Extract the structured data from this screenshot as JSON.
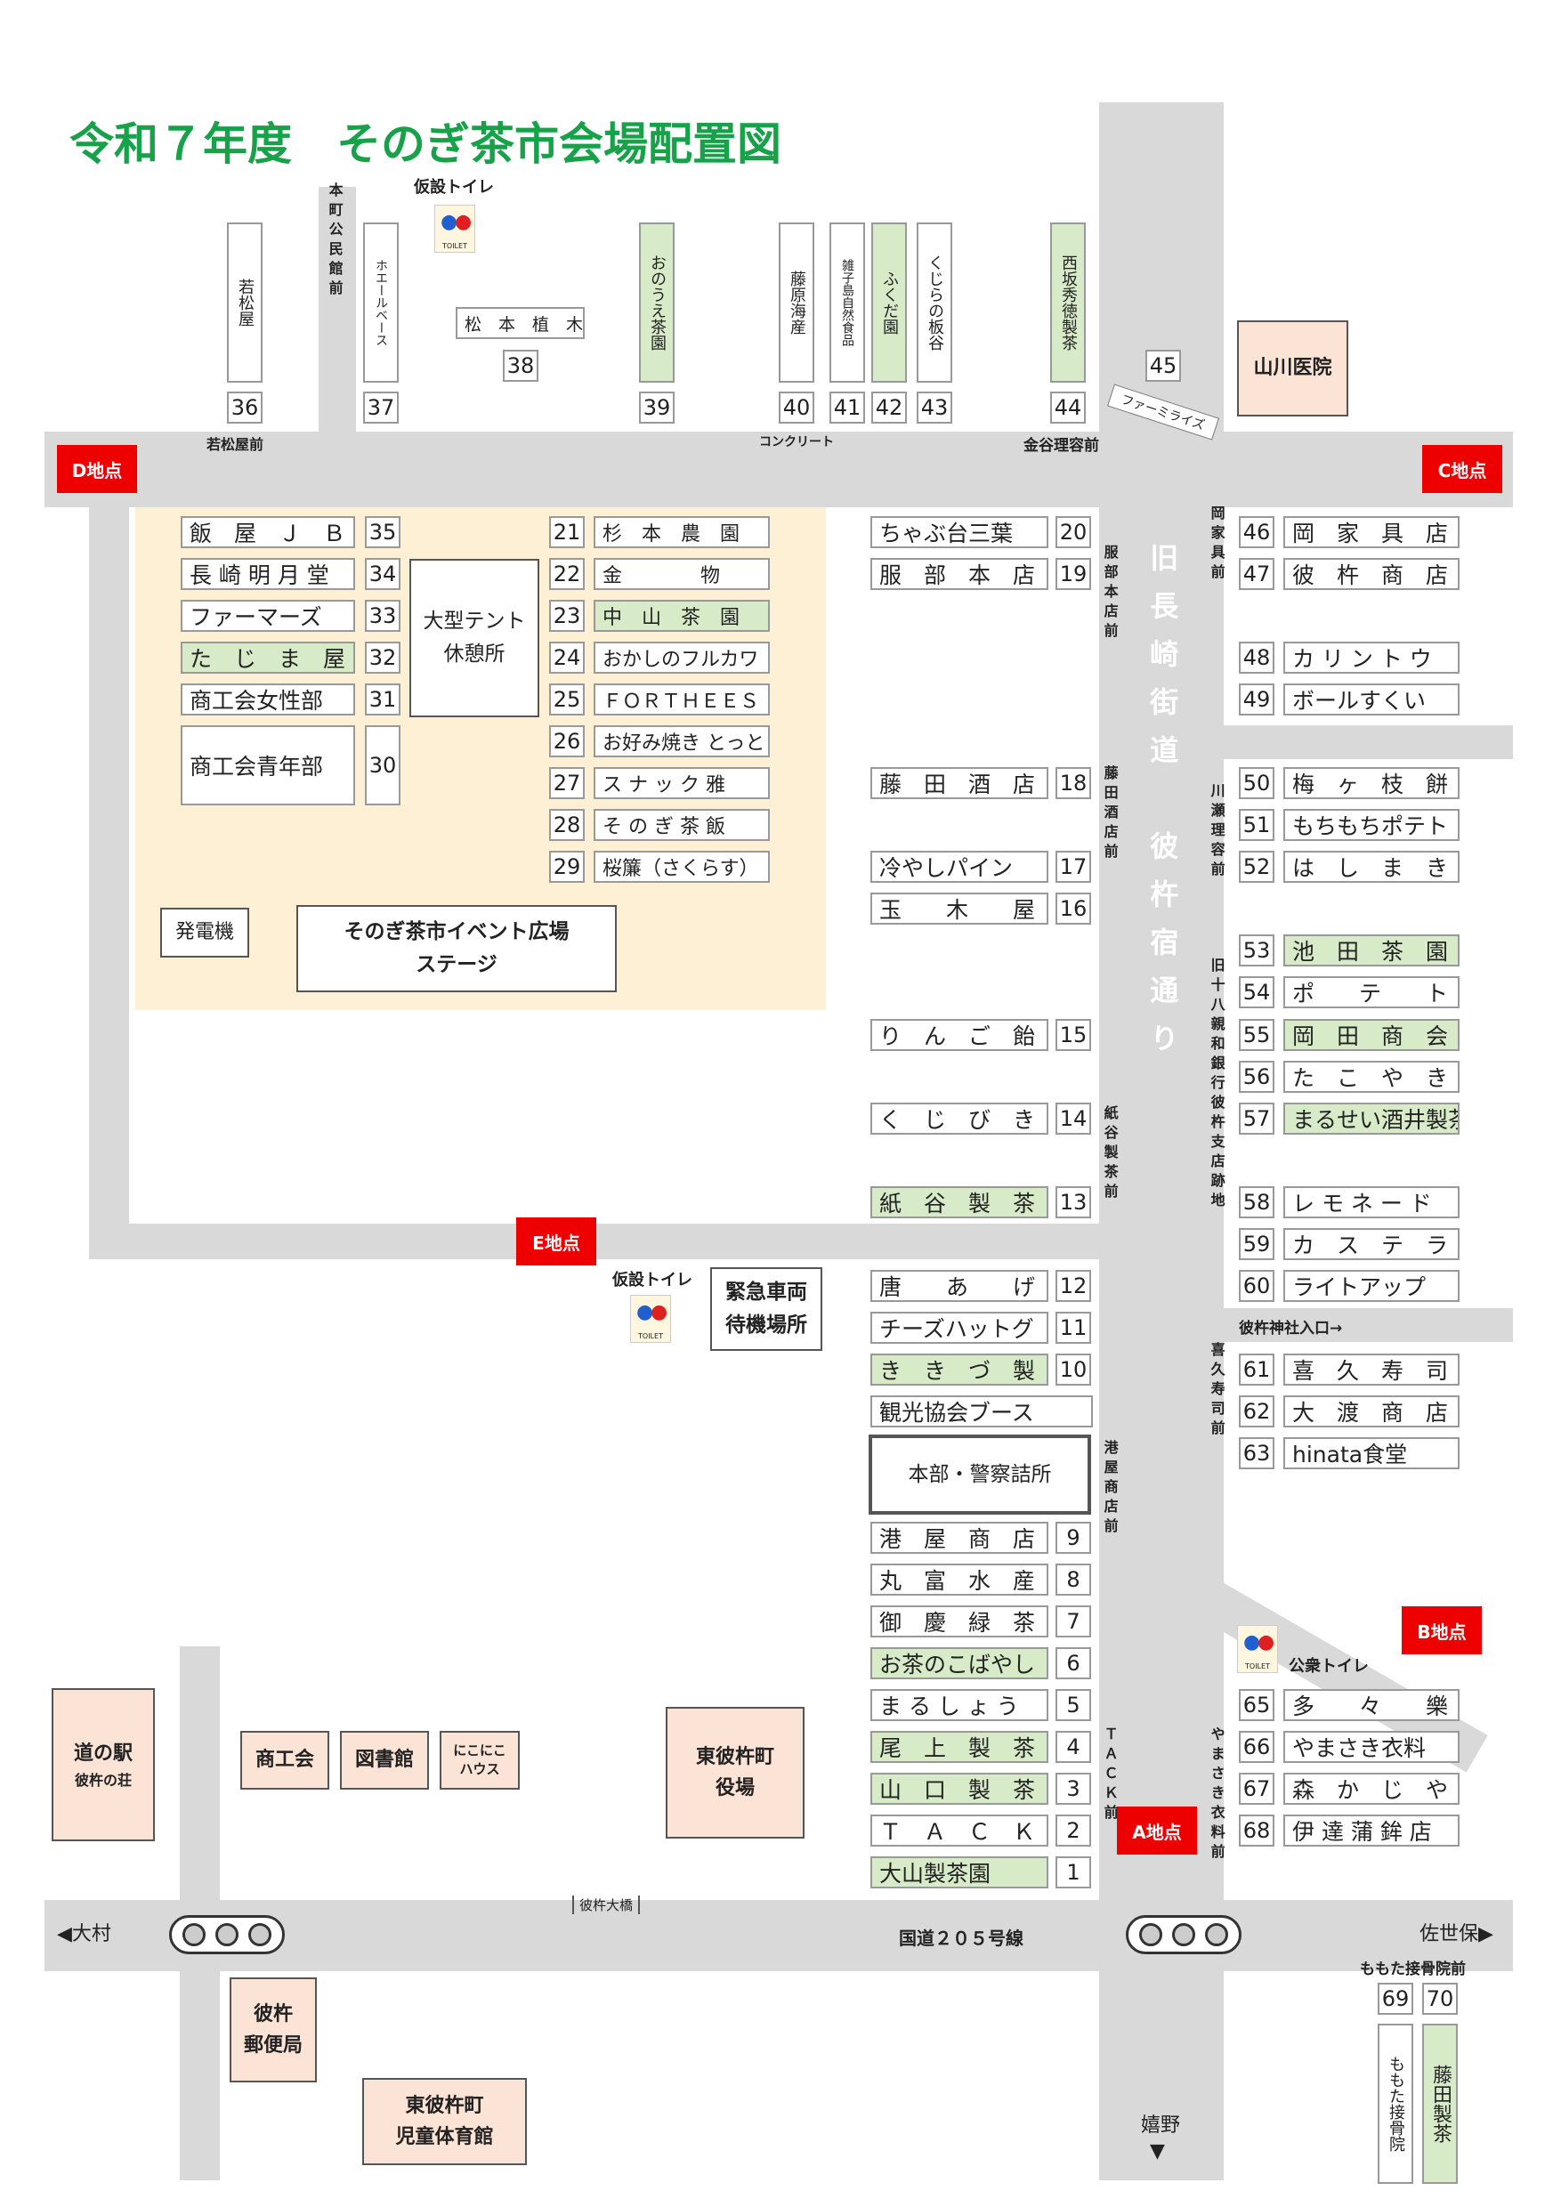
{
  "title": "令和７年度　そのぎ茶市会場配置図",
  "top_stalls": [
    {
      "name": "若松屋",
      "num": "36",
      "green": false
    },
    {
      "name": "ホエールベース",
      "num": "37",
      "green": false
    },
    {
      "name": "おのうえ茶園",
      "num": "39",
      "green": true
    },
    {
      "name": "藤原海産",
      "num": "40",
      "green": false
    },
    {
      "name": "雑子島自然食品",
      "num": "41",
      "green": false
    },
    {
      "name": "ふくだ園",
      "num": "42",
      "green": true
    },
    {
      "name": "くじらの板谷",
      "num": "43",
      "green": false
    },
    {
      "name": "西坂秀徳製茶",
      "num": "44",
      "green": true
    }
  ],
  "stall38": {
    "name": "松　本　植　木",
    "num": "38"
  },
  "stall45": {
    "num": "45"
  },
  "left_stalls": [
    {
      "name": "飯　屋　Ｊ　Ｂ",
      "num": "35",
      "green": false
    },
    {
      "name": "長 崎 明 月 堂",
      "num": "34",
      "green": false
    },
    {
      "name": "ファーマーズ",
      "num": "33",
      "green": false
    },
    {
      "name": "た　じ　ま　屋",
      "num": "32",
      "green": true
    },
    {
      "name": "商工会女性部",
      "num": "31",
      "green": false
    },
    {
      "name": "商工会青年部",
      "num": "30",
      "green": false
    }
  ],
  "center_stalls": [
    {
      "num": "21",
      "name": "杉　本　農　園",
      "green": false
    },
    {
      "num": "22",
      "name": "金　　　　物",
      "green": false
    },
    {
      "num": "23",
      "name": "中　山　茶　園",
      "green": true
    },
    {
      "num": "24",
      "name": "おかしのフルカワ",
      "green": false
    },
    {
      "num": "25",
      "name": "ＦＯＲＴＨＥＥＳ",
      "green": false
    },
    {
      "num": "26",
      "name": "お好み焼き とっと",
      "green": false
    },
    {
      "num": "27",
      "name": "ス ナ ッ ク 雅",
      "green": false
    },
    {
      "num": "28",
      "name": "そ の ぎ 茶 飯",
      "green": false
    },
    {
      "num": "29",
      "name": "桜簾（さくらす）",
      "green": false
    }
  ],
  "west_stalls": [
    {
      "name": "ちゃぶ台三葉",
      "num": "20",
      "green": false
    },
    {
      "name": "服　部　本　店",
      "num": "19",
      "green": false
    },
    {
      "name": "藤　田　酒　店",
      "num": "18",
      "green": false
    },
    {
      "name": "冷やしパイン",
      "num": "17",
      "green": false
    },
    {
      "name": "玉　　木　　屋",
      "num": "16",
      "green": false
    },
    {
      "name": "り　ん　ご　飴",
      "num": "15",
      "green": false
    },
    {
      "name": "く　じ　び　き",
      "num": "14",
      "green": false
    },
    {
      "name": "紙　谷　製　茶",
      "num": "13",
      "green": true
    },
    {
      "name": "唐　　あ　　げ",
      "num": "12",
      "green": false
    },
    {
      "name": "チーズハットグ",
      "num": "11",
      "green": false
    },
    {
      "name": "き　き　づ　製　茶",
      "num": "10",
      "green": true
    },
    {
      "name": "観光協会ブース",
      "num": "",
      "green": false
    },
    {
      "name": "港　屋　商　店",
      "num": "9",
      "green": false
    },
    {
      "name": "丸　富　水　産",
      "num": "8",
      "green": false
    },
    {
      "name": "御　慶　緑　茶",
      "num": "7",
      "green": false
    },
    {
      "name": "お茶のこばやし",
      "num": "6",
      "green": true
    },
    {
      "name": "ま る し ょ う",
      "num": "5",
      "green": false
    },
    {
      "name": "尾　上　製　茶",
      "num": "4",
      "green": true
    },
    {
      "name": "山　口　製　茶",
      "num": "3",
      "green": true
    },
    {
      "name": "Ｔ　Ａ　Ｃ　Ｋ",
      "num": "2",
      "green": false
    },
    {
      "name": "大山製茶園",
      "num": "1",
      "green": true
    }
  ],
  "east_stalls": [
    {
      "num": "46",
      "name": "岡　家　具　店",
      "green": false
    },
    {
      "num": "47",
      "name": "彼　杵　商　店",
      "green": false
    },
    {
      "num": "48",
      "name": "カ リ ン ト ウ",
      "green": false
    },
    {
      "num": "49",
      "name": "ボールすくい",
      "green": false
    },
    {
      "num": "50",
      "name": "梅　ヶ　枝　餅",
      "green": false
    },
    {
      "num": "51",
      "name": "もちもちポテト",
      "green": false
    },
    {
      "num": "52",
      "name": "は　し　ま　き",
      "green": false
    },
    {
      "num": "53",
      "name": "池　田　茶　園",
      "green": true
    },
    {
      "num": "54",
      "name": "ポ　　テ　　ト",
      "green": false
    },
    {
      "num": "55",
      "name": "岡　田　商　会",
      "green": true
    },
    {
      "num": "56",
      "name": "た　こ　や　き",
      "green": false
    },
    {
      "num": "57",
      "name": "まるせい酒井製茶",
      "green": true
    },
    {
      "num": "58",
      "name": "レ モ ネ ー ド",
      "green": false
    },
    {
      "num": "59",
      "name": "カ　ス　テ　ラ",
      "green": false
    },
    {
      "num": "60",
      "name": "ライトアップ",
      "green": false
    },
    {
      "num": "61",
      "name": "喜　久　寿　司",
      "green": false
    },
    {
      "num": "62",
      "name": "大　渡　商　店",
      "green": false
    },
    {
      "num": "63",
      "name": "hinata食堂",
      "green": false
    },
    {
      "num": "65",
      "name": "多　　々　　樂",
      "green": false
    },
    {
      "num": "66",
      "name": "やまさき衣料",
      "green": false
    },
    {
      "num": "67",
      "name": "森　か　じ　や",
      "green": false
    },
    {
      "num": "68",
      "name": "伊 達 蒲 鉾 店",
      "green": false
    }
  ],
  "bottom_stalls": [
    {
      "num": "69",
      "name": "ももた接骨院",
      "green": false
    },
    {
      "num": "70",
      "name": "藤田製茶",
      "green": true
    }
  ],
  "tent": {
    "line1": "大型テント",
    "line2": "休憩所"
  },
  "generator": "発電機",
  "stage": {
    "line1": "そのぎ茶市イベント広場",
    "line2": "ステージ"
  },
  "hq": "本部・警察詰所",
  "emergency": {
    "line1": "緊急車両",
    "line2": "待機場所"
  },
  "points": {
    "a": "A地点",
    "b": "B地点",
    "c": "C地点",
    "d": "D地点",
    "e": "E地点"
  },
  "toilets": {
    "temp": "仮設トイレ",
    "public": "公衆トイレ",
    "icon_text": "TOILET"
  },
  "facilities": {
    "yamakawa": "山川医院",
    "michinoeki1": "道の駅",
    "michinoeki2": "彼杵の荘",
    "shokokai": "商工会",
    "library": "図書館",
    "nikoniko1": "にこにこ",
    "nikoniko2": "ハウス",
    "yakuba1": "東彼杵町",
    "yakuba2": "役場",
    "post1": "彼杵",
    "post2": "郵便局",
    "gym1": "東彼杵町",
    "gym2": "児童体育館"
  },
  "labels": {
    "honmachi": "本町公民館前",
    "wakamatsuya_mae": "若松屋前",
    "concrete": "コンクリート",
    "kanaya_mae": "金谷理容前",
    "farmerise": "ファーミライズ",
    "hattori_mae": "服部本店前",
    "fujita_mae": "藤田酒店前",
    "kamiya_mae": "紙谷製茶前",
    "minatoya_mae": "港屋商店前",
    "tack_mae": "ＴＡＣＫ前",
    "oka_mae": "岡家具前",
    "kawase_mae": "川瀬理容前",
    "bank_ato": "旧十八親和銀行彼杵支店跡地",
    "kiku_mae": "喜久寿司前",
    "yamasaki_mae": "やまさき衣料前",
    "sonogi_shrine": "彼杵神社入口→",
    "momota_mae": "ももた接骨院前",
    "road_name": "旧長崎街道　彼杵宿通り",
    "route205": "国道２０５号線",
    "bridge": "彼杵大橋",
    "omura": "◀大村",
    "sasebo": "佐世保▶",
    "ureshino": "嬉野",
    "down_arrow": "▼"
  }
}
